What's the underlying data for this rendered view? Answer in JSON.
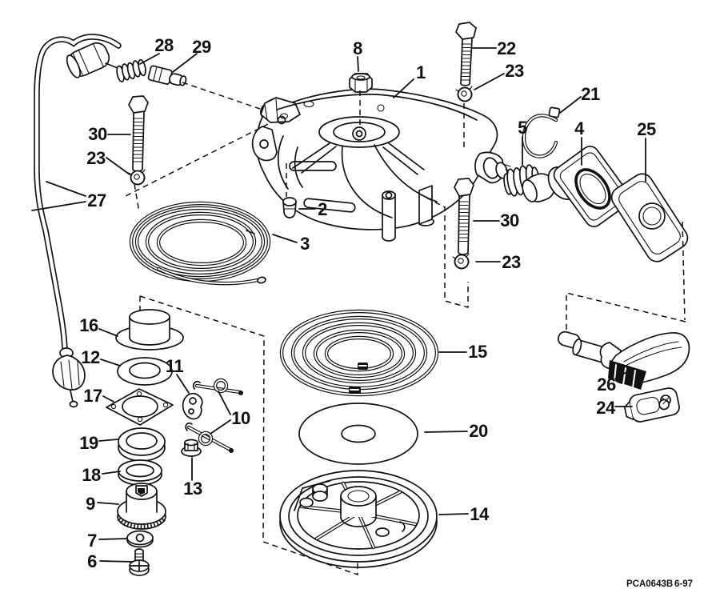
{
  "diagram": {
    "background_color": "#ffffff",
    "line_color": "#111111",
    "callouts": {
      "k1": "1",
      "k2": "2",
      "k3": "3",
      "k4": "4",
      "k5": "5",
      "k6": "6",
      "k7": "7",
      "k8": "8",
      "k9": "9",
      "k10": "10",
      "k11": "11",
      "k12": "12",
      "k13": "13",
      "k14": "14",
      "k15": "15",
      "k16": "16",
      "k17": "17",
      "k18": "18",
      "k19": "19",
      "k20": "20",
      "k21": "21",
      "k22": "22",
      "k23_left": "23",
      "k23_tr": "23",
      "k23_br": "23",
      "k24": "24",
      "k25": "25",
      "k26": "26",
      "k27": "27",
      "k28": "28",
      "k29": "29",
      "k30_left": "30",
      "k30_right": "30"
    },
    "footer": {
      "code": "PCA0643B",
      "date": "6-97"
    }
  }
}
